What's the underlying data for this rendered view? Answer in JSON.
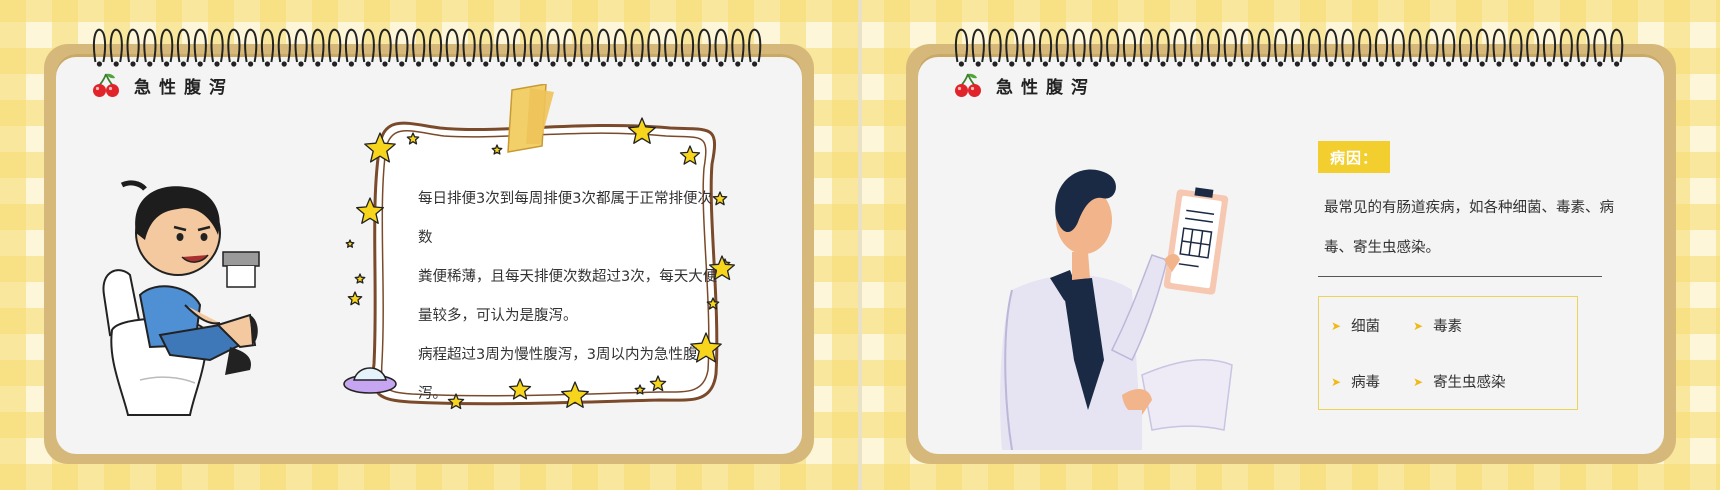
{
  "slides": {
    "left": {
      "title": "急性腹泻",
      "paragraphs": [
        "每日排便3次到每周排便3次都属于正常排便次数",
        "粪便稀薄，且每天排便次数超过3次，每天大便量较多，可认为是腹泻。",
        "病程超过3周为慢性腹泻，3周以内为急性腹泻。"
      ]
    },
    "right": {
      "title": "急性腹泻",
      "cause_label": "病因：",
      "cause_text": "最常见的有肠道疾病，如各种细菌、毒素、病毒、寄生虫感染。",
      "tags": [
        "细菌",
        "毒素",
        "病毒",
        "寄生虫感染"
      ]
    }
  },
  "colors": {
    "accent_yellow": "#f2cf2f",
    "board_brown": "#d6b97a",
    "paper": "#f4f4f5",
    "check_yellow": "#f7db6e"
  },
  "icons": [
    "cherry-icon",
    "arrow-right-icon",
    "spiral-binding",
    "star-icon"
  ]
}
